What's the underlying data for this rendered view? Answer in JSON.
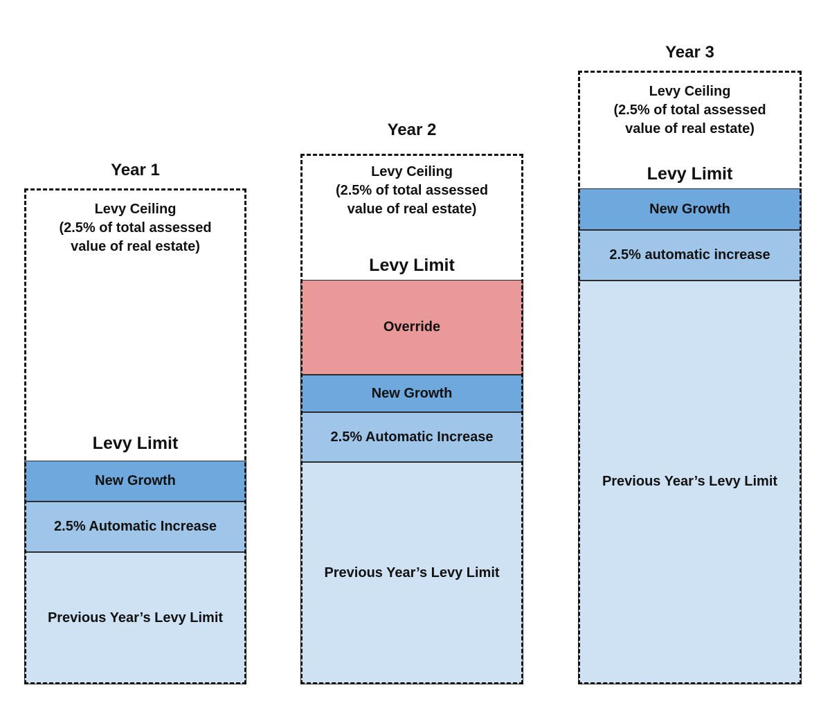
{
  "colors": {
    "override": "#ea9999",
    "new_growth": "#6fa8dc",
    "automatic_increase": "#9fc5e8",
    "previous_limit": "#cfe2f3",
    "border": "#111111"
  },
  "year1": {
    "title": "Year 1",
    "ceiling_line1": "Levy Ceiling",
    "ceiling_line2": "(2.5% of total assessed",
    "ceiling_line3": "value of real estate)",
    "limit_label": "Levy Limit",
    "new_growth": "New Growth",
    "automatic_increase": "2.5% Automatic Increase",
    "previous_limit": "Previous Year’s Levy Limit"
  },
  "year2": {
    "title": "Year 2",
    "ceiling_line1": "Levy Ceiling",
    "ceiling_line2": "(2.5% of total assessed",
    "ceiling_line3": "value of real estate)",
    "limit_label": "Levy Limit",
    "override": "Override",
    "new_growth": "New Growth",
    "automatic_increase": "2.5% Automatic Increase",
    "previous_limit": "Previous Year’s Levy Limit"
  },
  "year3": {
    "title": "Year 3",
    "ceiling_line1": "Levy Ceiling",
    "ceiling_line2": "(2.5% of total assessed",
    "ceiling_line3": "value of real estate)",
    "limit_label": "Levy Limit",
    "new_growth": "New Growth",
    "automatic_increase": "2.5% automatic increase",
    "previous_limit": "Previous Year’s Levy Limit"
  }
}
